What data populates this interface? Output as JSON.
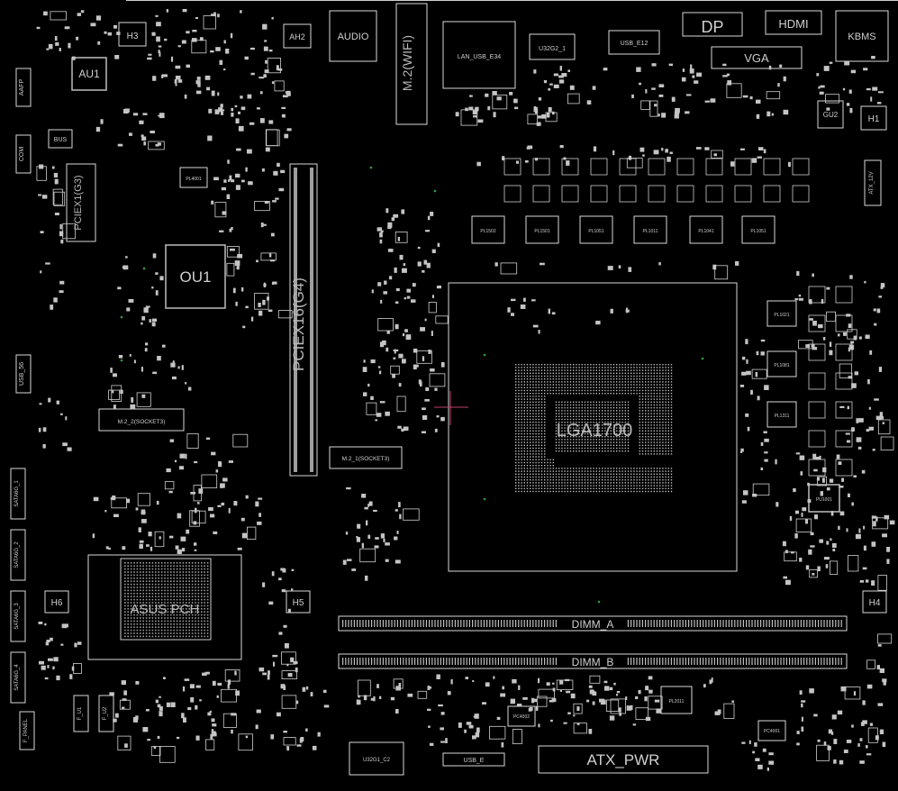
{
  "labels": {
    "h3": "H3",
    "au1": "AU1",
    "ah2": "AH2",
    "audio": "AUDIO",
    "m2_wifi": "M.2(WIFI)",
    "lan_usb": "LAN_USB_E34",
    "u32g2": "U32G2_1",
    "usb_e12": "USB_E12",
    "dp": "DP",
    "hdmi": "HDMI",
    "kbms": "KBMS",
    "vga": "VGA",
    "aafp": "AAFP",
    "bus": "BUS",
    "com": "COM",
    "pciex1": "PCIEX1(G3)",
    "pl4001": "PL4001",
    "ou1": "OU1",
    "pciex16": "PCIEX16(G4)",
    "h1": "H1",
    "gu2": "GU2",
    "atx12v": "ATX_12V",
    "pl1502": "PL1502",
    "pl1501": "PL1501",
    "pl1051_a": "PL1051",
    "pl1011": "PL1011",
    "pl1041": "PL1041",
    "pl1051_b": "PL1051",
    "pl1021": "PL1021",
    "pl1081": "PL1081",
    "pl1311": "PL1311",
    "usb56": "USB_56",
    "m22": "M.2_2(SOCKET3)",
    "m21": "M.2_1(SOCKET3)",
    "lga": "LGA1700",
    "pu1001": "PU1001",
    "sata_g1": "SATA6G_1",
    "sata_g2": "SATA6G_2",
    "sata_g3": "SATA6G_3",
    "sata_g4": "SATA6G_4",
    "h6": "H6",
    "h5": "H5",
    "h4": "H4",
    "pch": "ASUS PCH",
    "dimm_a": "DIMM_A",
    "dimm_b": "DIMM_B",
    "fu1": "F_U1",
    "fu2": "F_U2",
    "fpanel": "F_PANEL",
    "u32g1": "U32G1_C2",
    "usb_bottom": "USB_E",
    "pl2011": "PL2011",
    "atx_pwr": "ATX_PWR",
    "pc4001": "PC4001",
    "pc4002": "PC4002"
  }
}
